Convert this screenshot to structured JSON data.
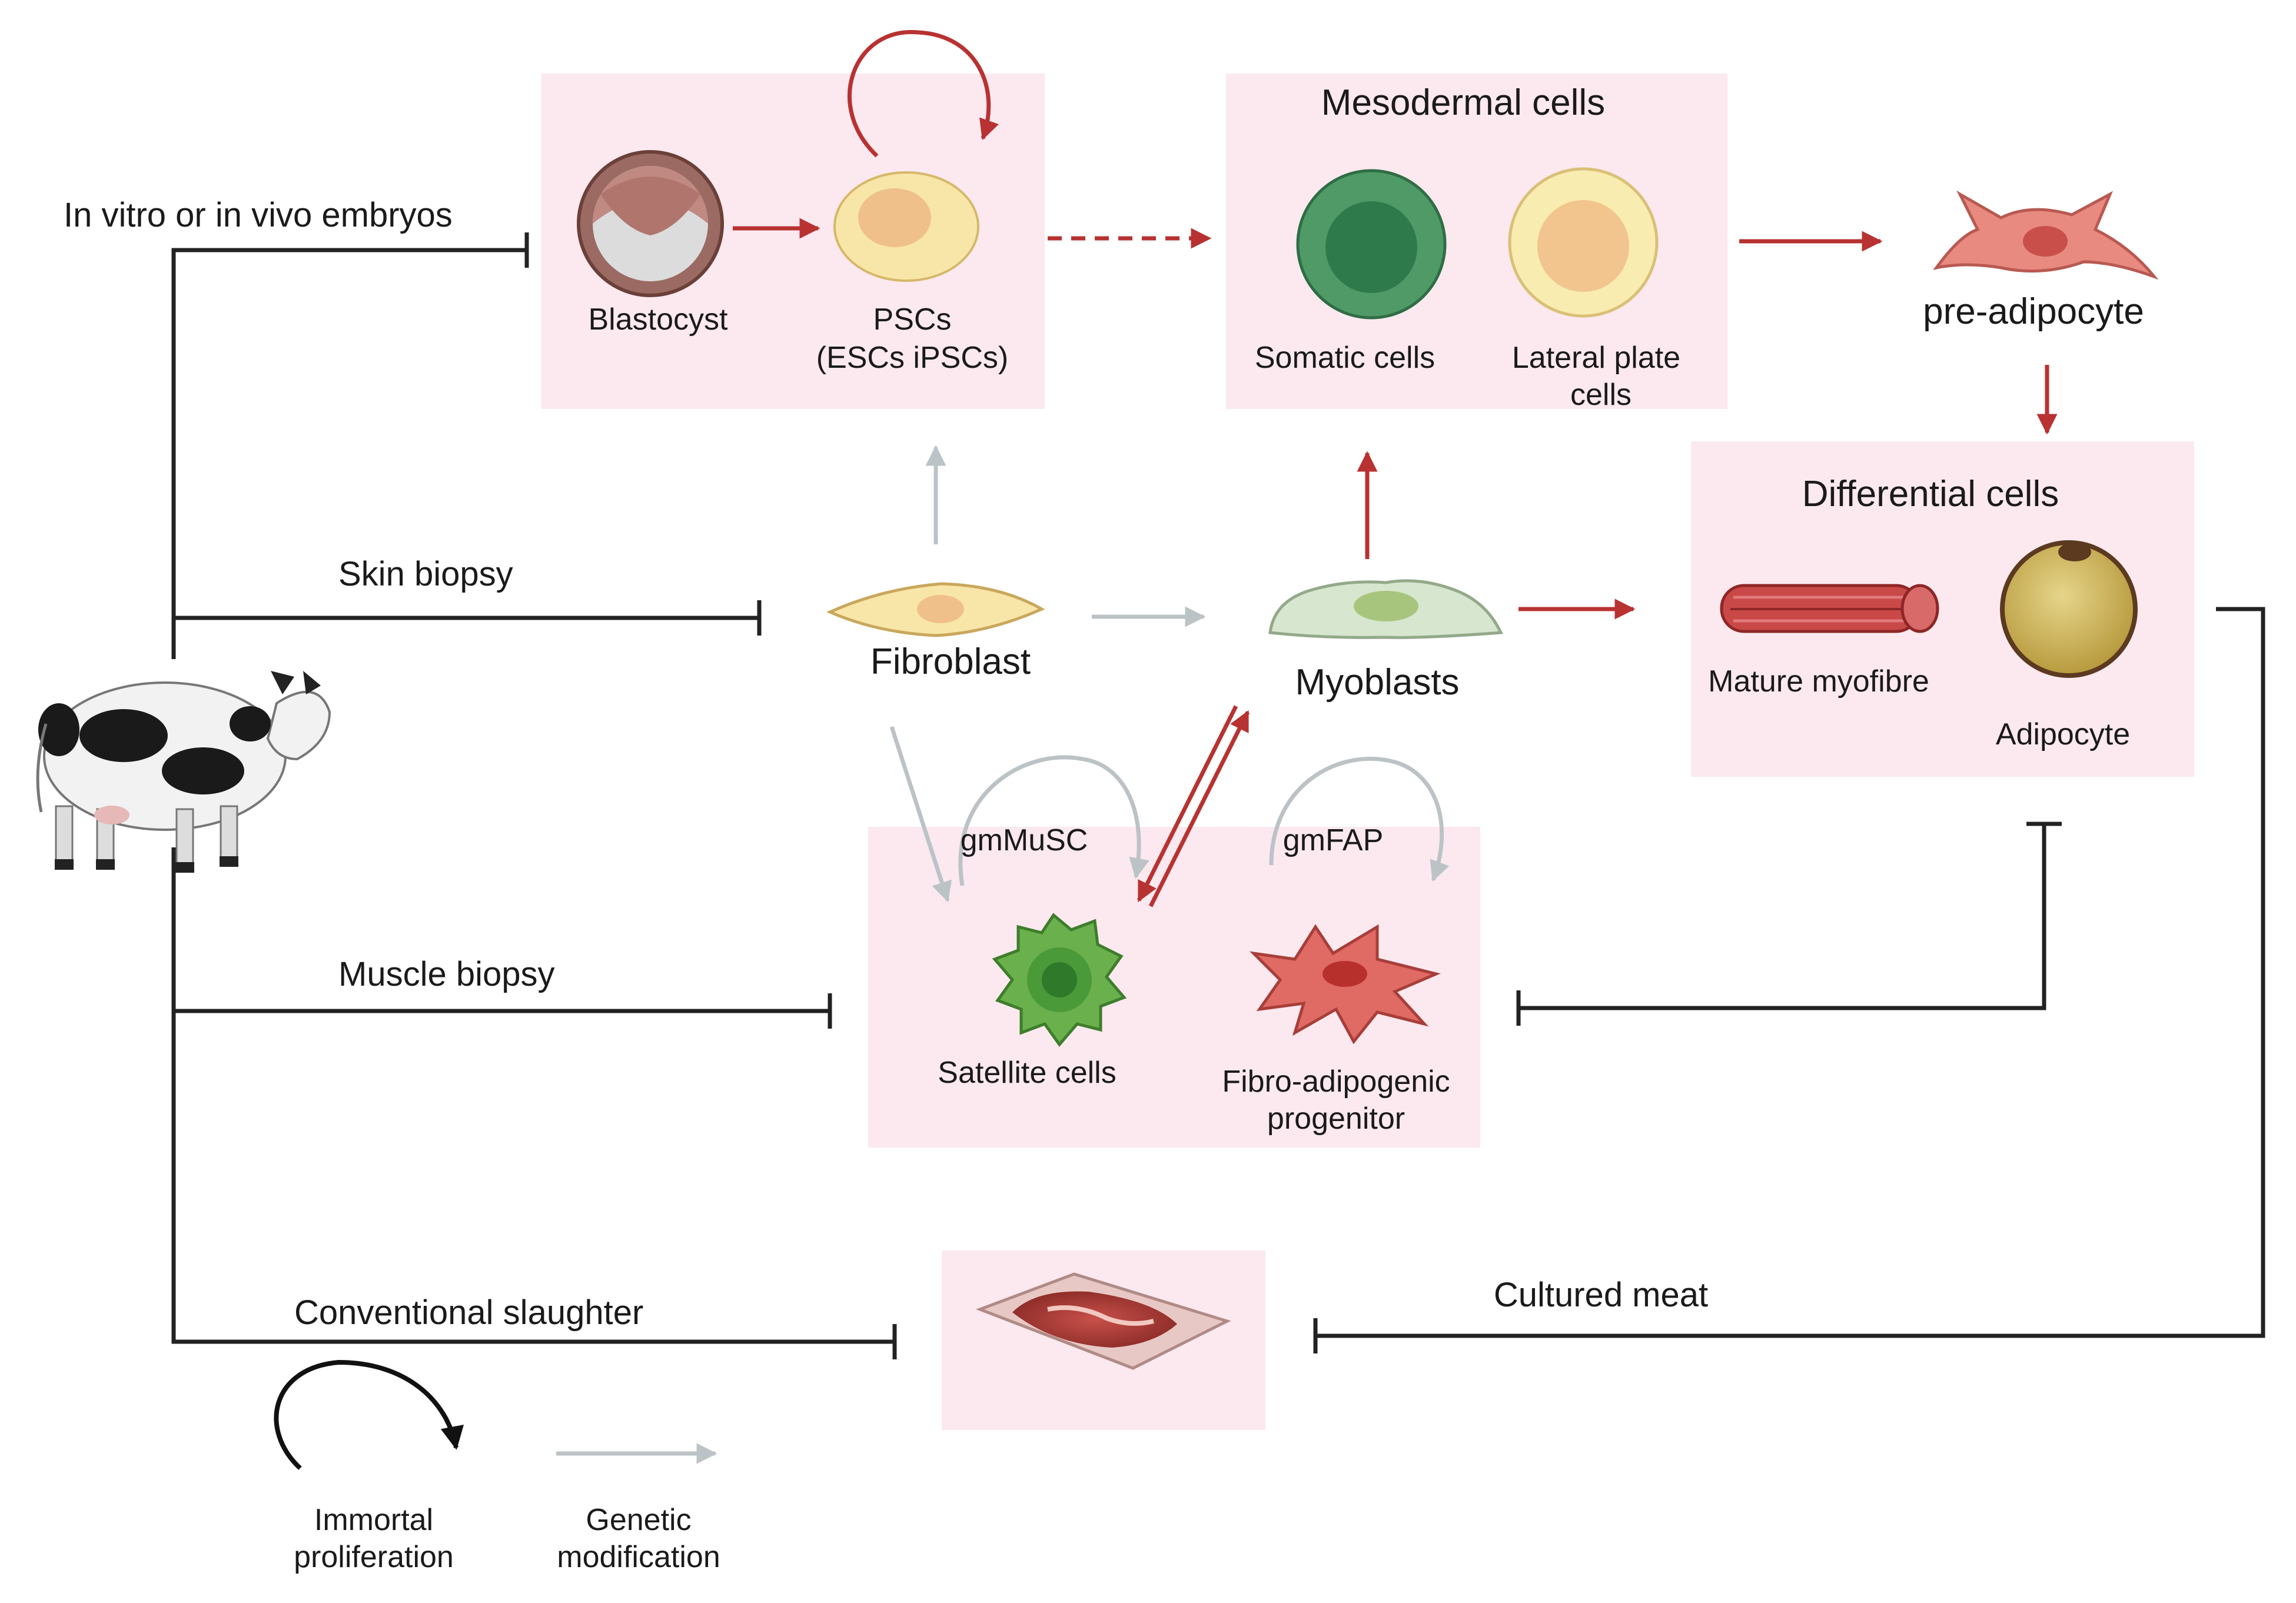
{
  "sources": {
    "embryos": "In vitro or in vivo embryos",
    "skin": "Skin biopsy",
    "muscle": "Muscle biopsy",
    "slaughter": "Conventional slaughter"
  },
  "cells": {
    "blastocyst": "Blastocyst",
    "pscs_line1": "PSCs",
    "pscs_line2": "(ESCs iPSCs)",
    "mesodermal_title": "Mesodermal cells",
    "somatic": "Somatic cells",
    "lateral_line1": "Lateral plate",
    "lateral_line2": "cells",
    "preadipocyte": "pre-adipocyte",
    "differential_title": "Differential cells",
    "myofibre": "Mature myofibre",
    "adipocyte": "Adipocyte",
    "fibroblast": "Fibroblast",
    "myoblasts": "Myoblasts",
    "gmmusc": "gmMuSC",
    "gmfap": "gmFAP",
    "satellite": "Satellite cells",
    "fap_line1": "Fibro-adipogenic",
    "fap_line2": "progenitor",
    "cultured_meat": "Cultured meat"
  },
  "legend": {
    "immortal_line1": "Immortal",
    "immortal_line2": "proliferation",
    "genetic_line1": "Genetic",
    "genetic_line2": "modification"
  },
  "colors": {
    "box_fill": "#fbe9ef",
    "red_arrow": "#b83232",
    "gray_arrow": "#bcc3c6",
    "line": "#222222"
  },
  "icons": {
    "cow": "cow-icon",
    "meat": "meat-tray-icon"
  }
}
